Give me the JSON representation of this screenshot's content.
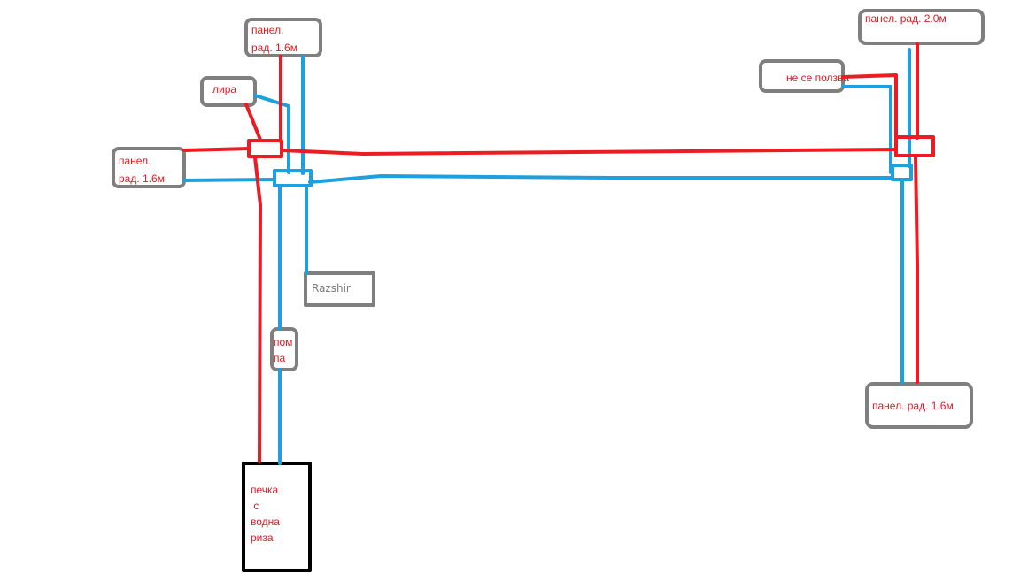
{
  "colors": {
    "hot_pipe": "#ec1c24",
    "cold_pipe": "#1ca0e0",
    "box_outline": "#7f7f7f",
    "stove_outline": "#000000",
    "label_text": "#e01b24",
    "expansion_text": "#7a7a7a"
  },
  "labels": {
    "radiator_top_left": "панел.\nрад. 1.6м",
    "radiator_left": "панел.\nрад. 1.6м",
    "lira": "лира",
    "radiator_top_right": "панел. рад. 2.0м",
    "not_used": "не се ползва",
    "radiator_bottom_right": "панел. рад. 1.6м",
    "expansion": "Razshir",
    "pump": "пом\nпа",
    "stove": "печка\n с\nводна\nриза"
  }
}
